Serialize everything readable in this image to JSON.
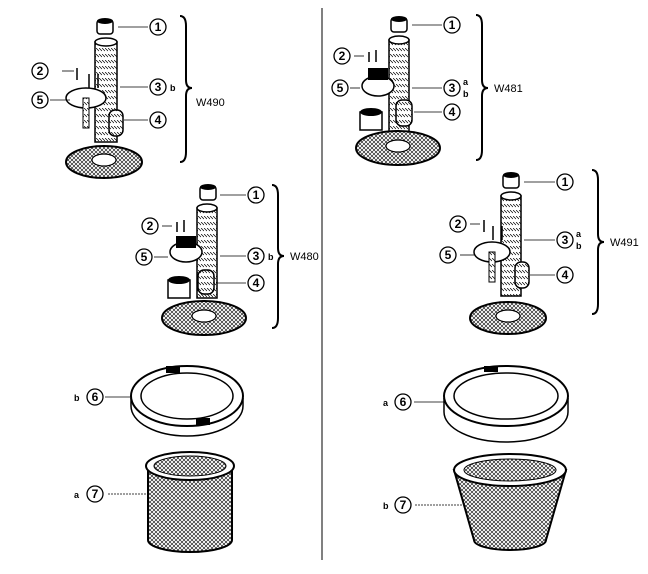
{
  "assemblies": [
    {
      "model": "W490",
      "callouts": [
        {
          "number": "1",
          "suffix": ""
        },
        {
          "number": "2",
          "suffix": ""
        },
        {
          "number": "3",
          "suffix": "b"
        },
        {
          "number": "4",
          "suffix": ""
        },
        {
          "number": "5",
          "suffix": ""
        }
      ]
    },
    {
      "model": "W480",
      "callouts": [
        {
          "number": "1",
          "suffix": ""
        },
        {
          "number": "2",
          "suffix": ""
        },
        {
          "number": "3",
          "suffix": "b"
        },
        {
          "number": "4",
          "suffix": ""
        },
        {
          "number": "5",
          "suffix": ""
        }
      ]
    },
    {
      "model": "W481",
      "callouts": [
        {
          "number": "1",
          "suffix": ""
        },
        {
          "number": "2",
          "suffix": ""
        },
        {
          "number": "3",
          "suffix_top": "a",
          "suffix_bottom": "b"
        },
        {
          "number": "4",
          "suffix": ""
        },
        {
          "number": "5",
          "suffix": ""
        }
      ]
    },
    {
      "model": "W491",
      "callouts": [
        {
          "number": "1",
          "suffix": ""
        },
        {
          "number": "2",
          "suffix": ""
        },
        {
          "number": "3",
          "suffix_top": "a",
          "suffix_bottom": "b"
        },
        {
          "number": "4",
          "suffix": ""
        },
        {
          "number": "5",
          "suffix": ""
        }
      ]
    }
  ],
  "loose_parts": {
    "left": [
      {
        "number": "6",
        "prefix": "b"
      },
      {
        "number": "7",
        "prefix": "a"
      }
    ],
    "right": [
      {
        "number": "6",
        "prefix": "a"
      },
      {
        "number": "7",
        "prefix": "b"
      }
    ]
  },
  "colors": {
    "ink": "#000000",
    "paper": "#ffffff"
  }
}
